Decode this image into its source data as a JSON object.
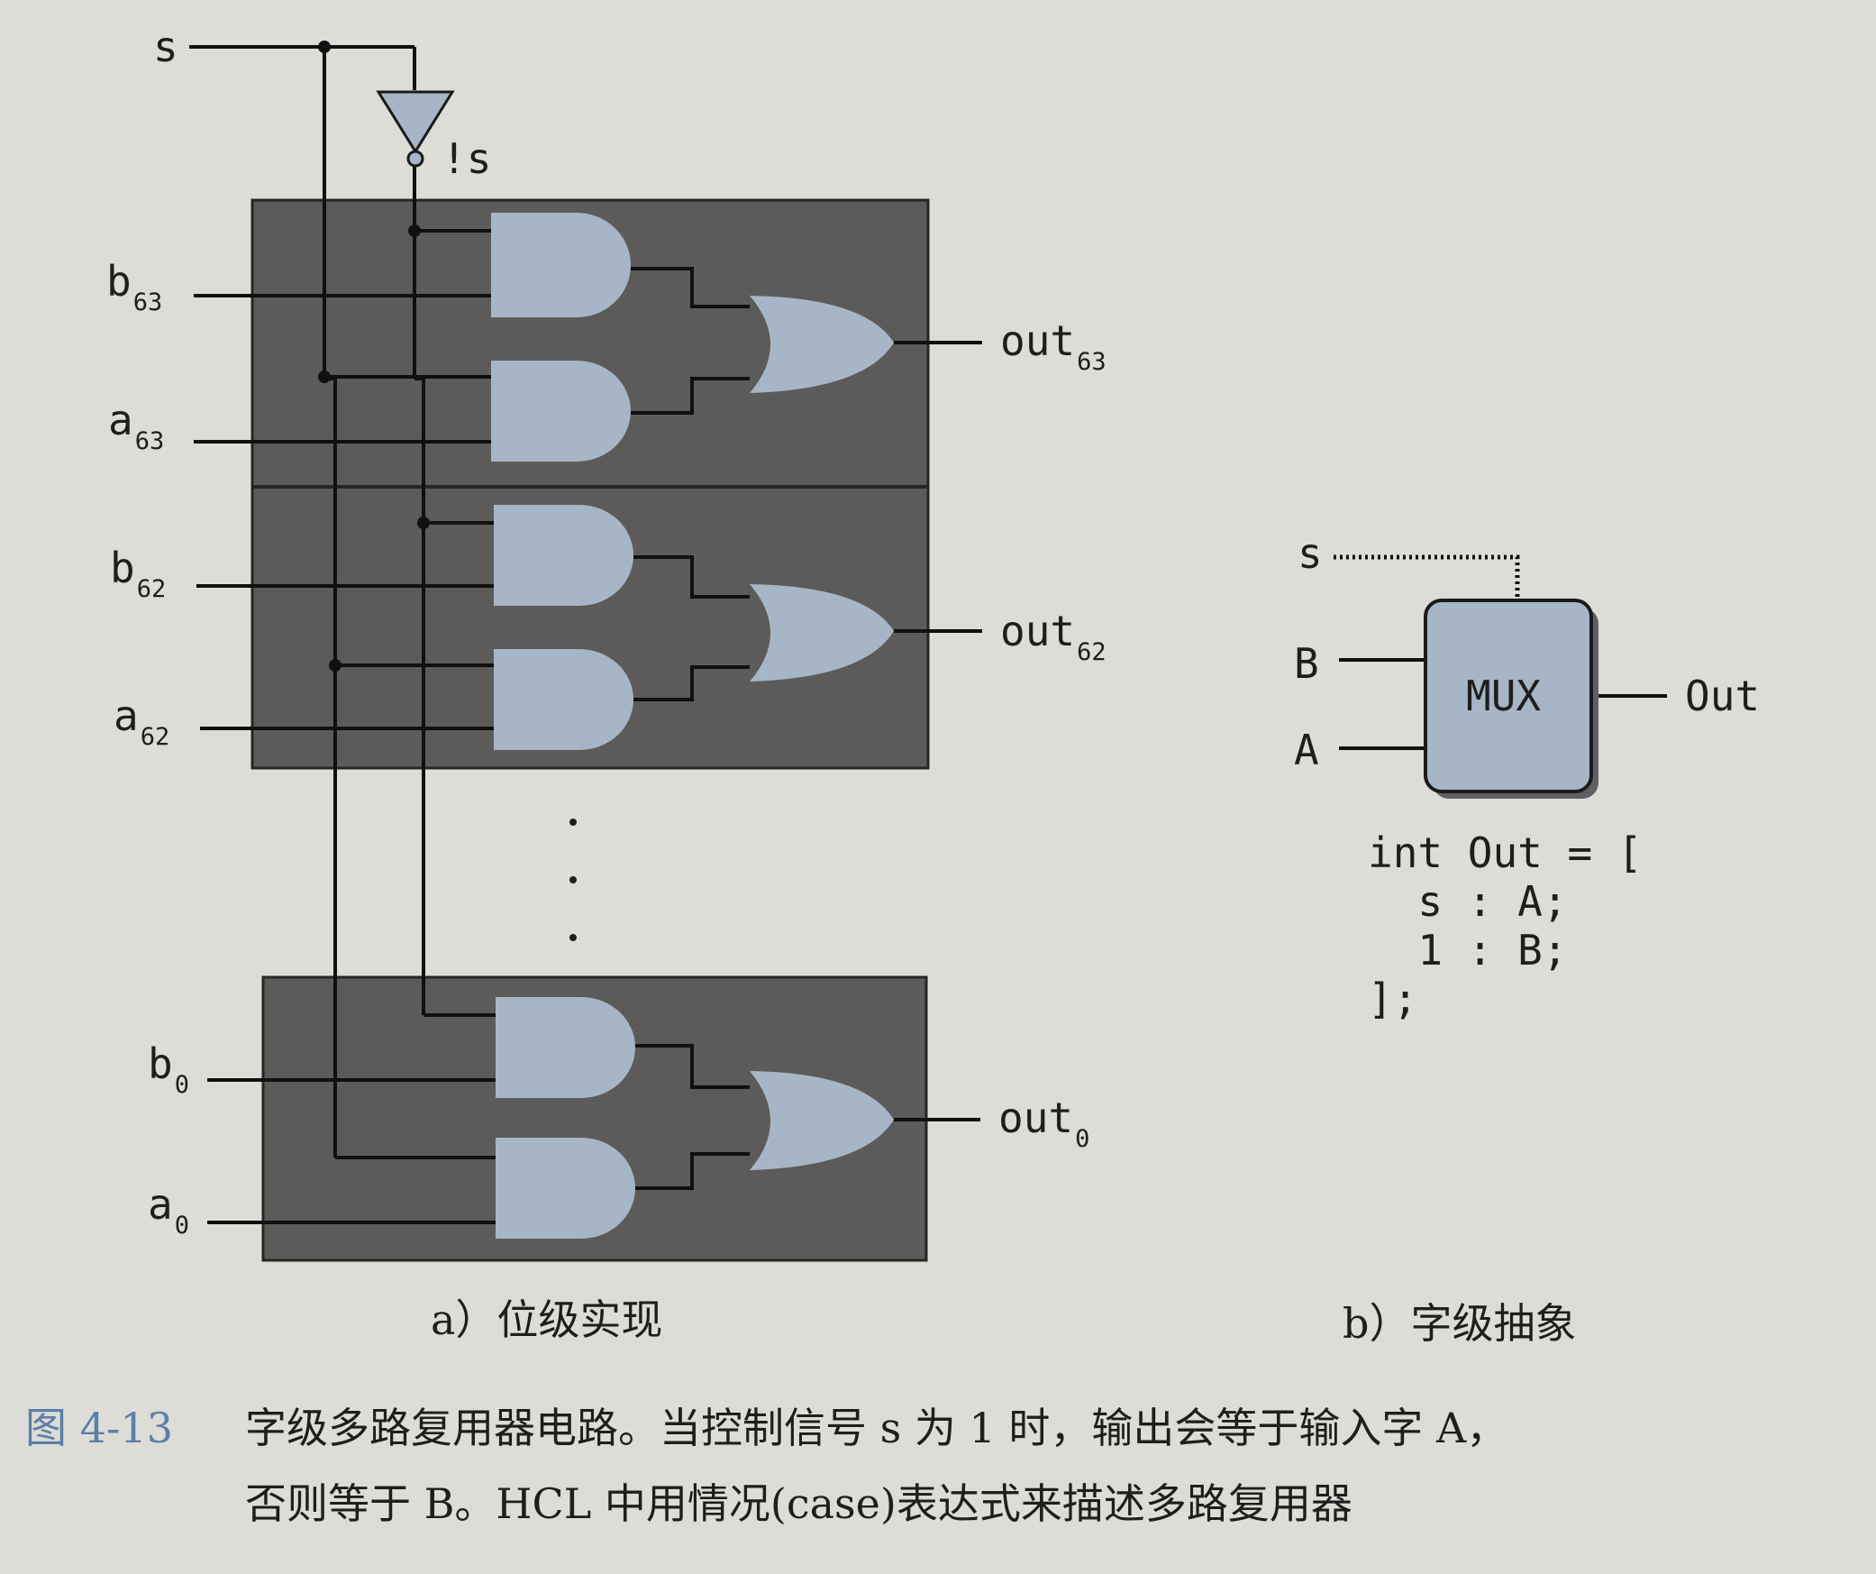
{
  "bit_level": {
    "select_label": "s",
    "not_select_label": "!s",
    "inputs": [
      {
        "base": "b",
        "index": "63"
      },
      {
        "base": "a",
        "index": "63"
      },
      {
        "base": "b",
        "index": "62"
      },
      {
        "base": "a",
        "index": "62"
      },
      {
        "base": "b",
        "index": "0"
      },
      {
        "base": "a",
        "index": "0"
      }
    ],
    "outputs": [
      {
        "base": "out",
        "index": "63"
      },
      {
        "base": "out",
        "index": "62"
      },
      {
        "base": "out",
        "index": "0"
      }
    ],
    "ellipsis": "·",
    "caption": "a）位级实现"
  },
  "word_level": {
    "s_label": "s",
    "b_label": "B",
    "a_label": "A",
    "mux_label": "MUX",
    "out_label": "Out",
    "code_lines": [
      "int Out = [",
      "  s : A;",
      "  1 : B;",
      "];"
    ],
    "caption": "b）字级抽象"
  },
  "figure": {
    "number": "图 4-13",
    "caption_line1": "字级多路复用器电路。当控制信号 s 为 1 时，输出会等于输入字 A，",
    "caption_line2": "否则等于 B。HCL 中用情况(case)表达式来描述多路复用器"
  }
}
